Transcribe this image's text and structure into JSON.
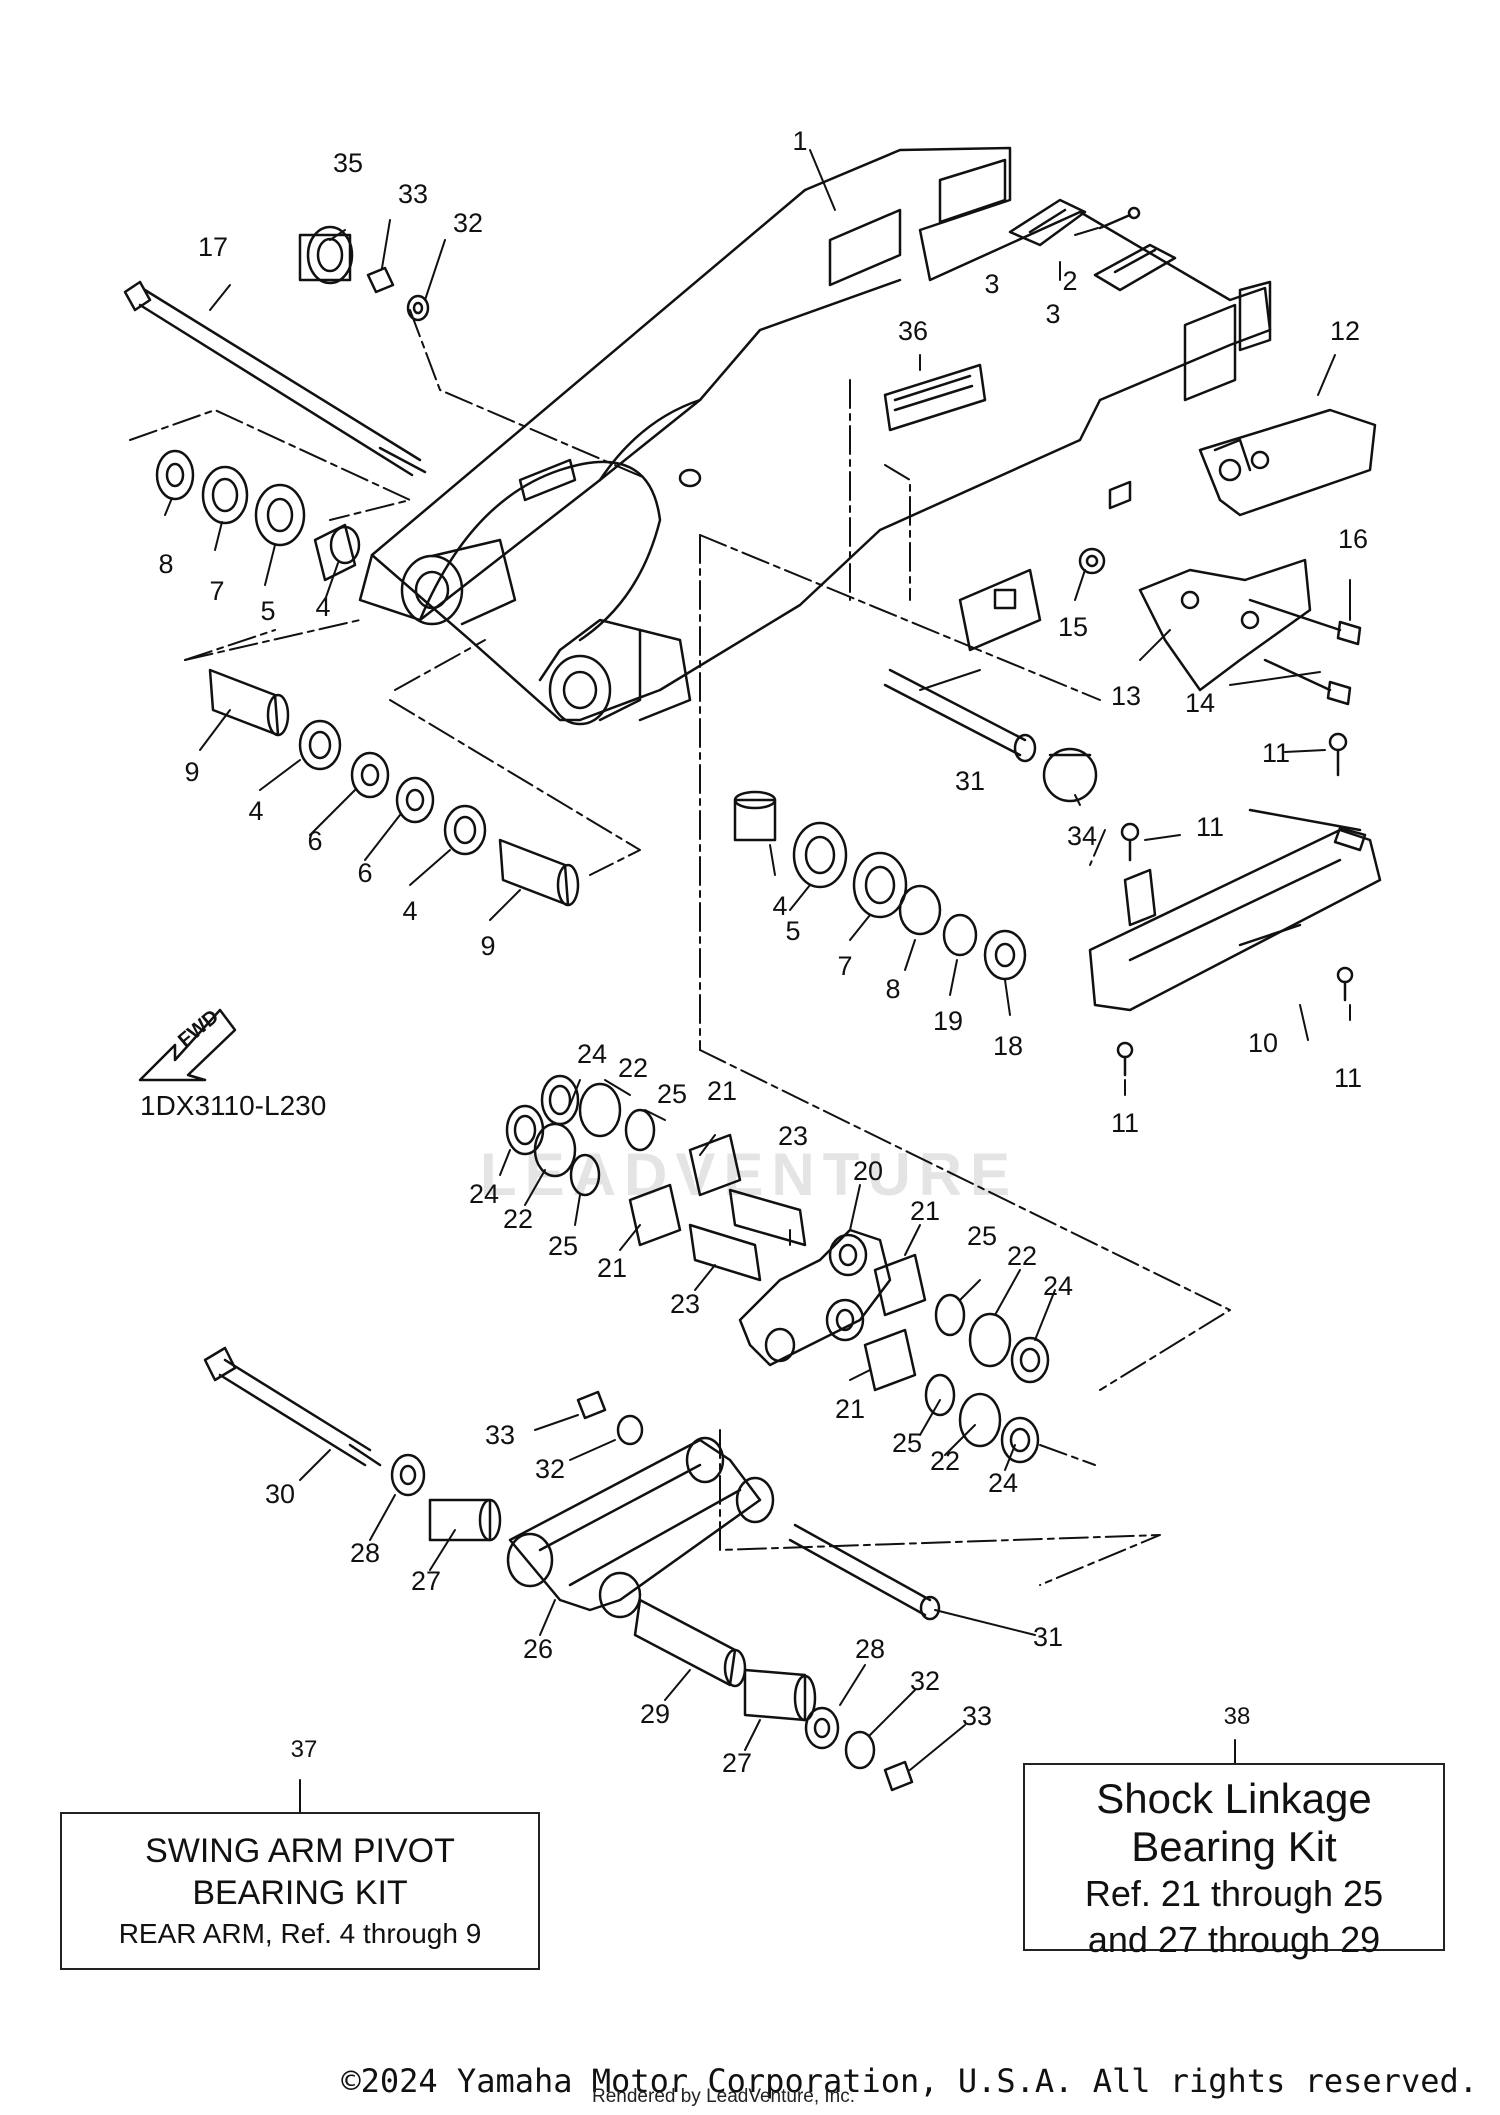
{
  "diagram_code": "1DX3110-L230",
  "fwd_label": "FWD",
  "watermark": "LEADVENTURE",
  "callouts": [
    {
      "id": "c-1",
      "text": "1"
    },
    {
      "id": "c-2",
      "text": "2"
    },
    {
      "id": "c-3a",
      "text": "3"
    },
    {
      "id": "c-3b",
      "text": "3"
    },
    {
      "id": "c-4a",
      "text": "4"
    },
    {
      "id": "c-4b",
      "text": "4"
    },
    {
      "id": "c-4c",
      "text": "4"
    },
    {
      "id": "c-4d",
      "text": "4"
    },
    {
      "id": "c-5a",
      "text": "5"
    },
    {
      "id": "c-5b",
      "text": "5"
    },
    {
      "id": "c-6a",
      "text": "6"
    },
    {
      "id": "c-6b",
      "text": "6"
    },
    {
      "id": "c-7a",
      "text": "7"
    },
    {
      "id": "c-7b",
      "text": "7"
    },
    {
      "id": "c-8a",
      "text": "8"
    },
    {
      "id": "c-8b",
      "text": "8"
    },
    {
      "id": "c-9a",
      "text": "9"
    },
    {
      "id": "c-9b",
      "text": "9"
    },
    {
      "id": "c-10",
      "text": "10"
    },
    {
      "id": "c-11a",
      "text": "11"
    },
    {
      "id": "c-11b",
      "text": "11"
    },
    {
      "id": "c-11c",
      "text": "11"
    },
    {
      "id": "c-11d",
      "text": "11"
    },
    {
      "id": "c-12",
      "text": "12"
    },
    {
      "id": "c-13",
      "text": "13"
    },
    {
      "id": "c-14",
      "text": "14"
    },
    {
      "id": "c-15",
      "text": "15"
    },
    {
      "id": "c-16",
      "text": "16"
    },
    {
      "id": "c-17",
      "text": "17"
    },
    {
      "id": "c-18",
      "text": "18"
    },
    {
      "id": "c-19",
      "text": "19"
    },
    {
      "id": "c-20",
      "text": "20"
    },
    {
      "id": "c-21a",
      "text": "21"
    },
    {
      "id": "c-21b",
      "text": "21"
    },
    {
      "id": "c-21c",
      "text": "21"
    },
    {
      "id": "c-21d",
      "text": "21"
    },
    {
      "id": "c-22a",
      "text": "22"
    },
    {
      "id": "c-22b",
      "text": "22"
    },
    {
      "id": "c-22c",
      "text": "22"
    },
    {
      "id": "c-22d",
      "text": "22"
    },
    {
      "id": "c-23a",
      "text": "23"
    },
    {
      "id": "c-23b",
      "text": "23"
    },
    {
      "id": "c-24a",
      "text": "24"
    },
    {
      "id": "c-24b",
      "text": "24"
    },
    {
      "id": "c-24c",
      "text": "24"
    },
    {
      "id": "c-24d",
      "text": "24"
    },
    {
      "id": "c-25a",
      "text": "25"
    },
    {
      "id": "c-25b",
      "text": "25"
    },
    {
      "id": "c-25c",
      "text": "25"
    },
    {
      "id": "c-25d",
      "text": "25"
    },
    {
      "id": "c-26",
      "text": "26"
    },
    {
      "id": "c-27a",
      "text": "27"
    },
    {
      "id": "c-27b",
      "text": "27"
    },
    {
      "id": "c-28a",
      "text": "28"
    },
    {
      "id": "c-28b",
      "text": "28"
    },
    {
      "id": "c-29",
      "text": "29"
    },
    {
      "id": "c-30",
      "text": "30"
    },
    {
      "id": "c-31a",
      "text": "31"
    },
    {
      "id": "c-31b",
      "text": "31"
    },
    {
      "id": "c-32a",
      "text": "32"
    },
    {
      "id": "c-32b",
      "text": "32"
    },
    {
      "id": "c-32c",
      "text": "32"
    },
    {
      "id": "c-33a",
      "text": "33"
    },
    {
      "id": "c-33b",
      "text": "33"
    },
    {
      "id": "c-33c",
      "text": "33"
    },
    {
      "id": "c-34",
      "text": "34"
    },
    {
      "id": "c-35",
      "text": "35"
    },
    {
      "id": "c-36",
      "text": "36"
    },
    {
      "id": "c-37",
      "text": "37"
    },
    {
      "id": "c-38",
      "text": "38"
    }
  ],
  "kit_37": {
    "line1": "SWING ARM PIVOT",
    "line2": "BEARING KIT",
    "line3": "REAR ARM, Ref. 4 through 9"
  },
  "kit_38": {
    "line1": "Shock Linkage",
    "line2": "Bearing Kit",
    "line3": "Ref. 21 through 25",
    "line4": "and 27 through 29"
  },
  "copyright": "©2024 Yamaha Motor Corporation, U.S.A. All rights reserved.",
  "rendered_by": "Rendered by LeadVenture, Inc."
}
